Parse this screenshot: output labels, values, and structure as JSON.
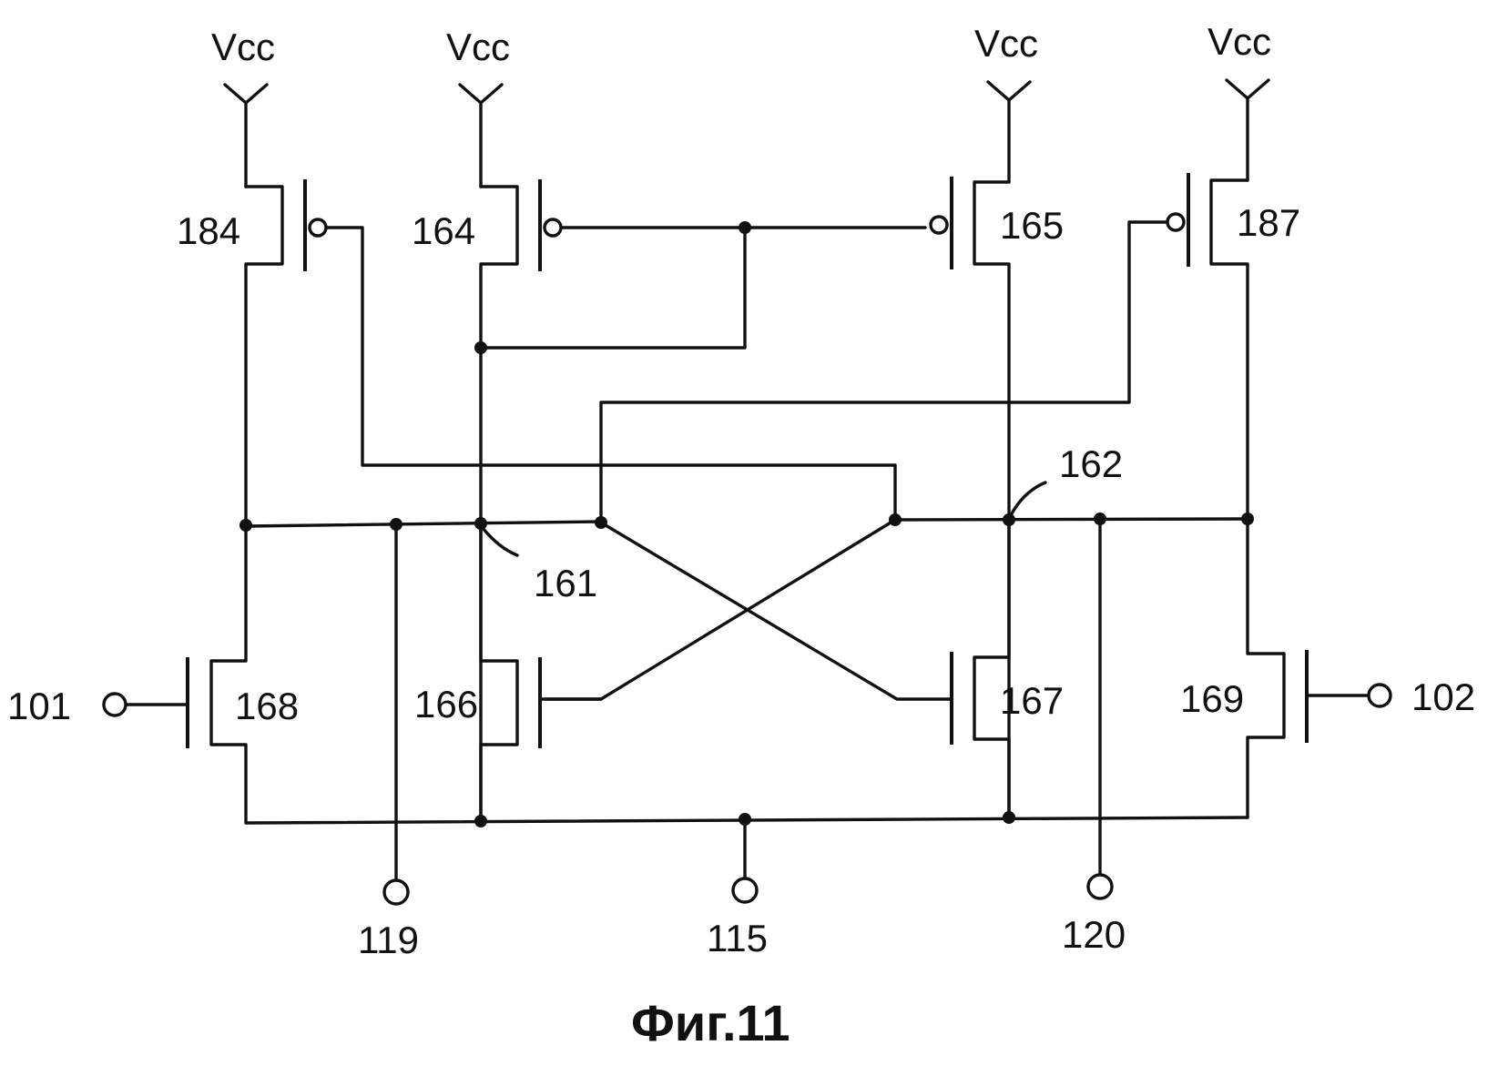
{
  "supply_labels": {
    "vcc_184": "Vcc",
    "vcc_164": "Vcc",
    "vcc_165": "Vcc",
    "vcc_187": "Vcc"
  },
  "transistors": {
    "t184": "184",
    "t164": "164",
    "t165": "165",
    "t187": "187",
    "t168": "168",
    "t166": "166",
    "t167": "167",
    "t169": "169"
  },
  "nodes": {
    "n161": "161",
    "n162": "162"
  },
  "terminals": {
    "in101": "101",
    "in102": "102",
    "out119": "119",
    "gnd115": "115",
    "out120": "120"
  },
  "caption": "Фиг.11"
}
